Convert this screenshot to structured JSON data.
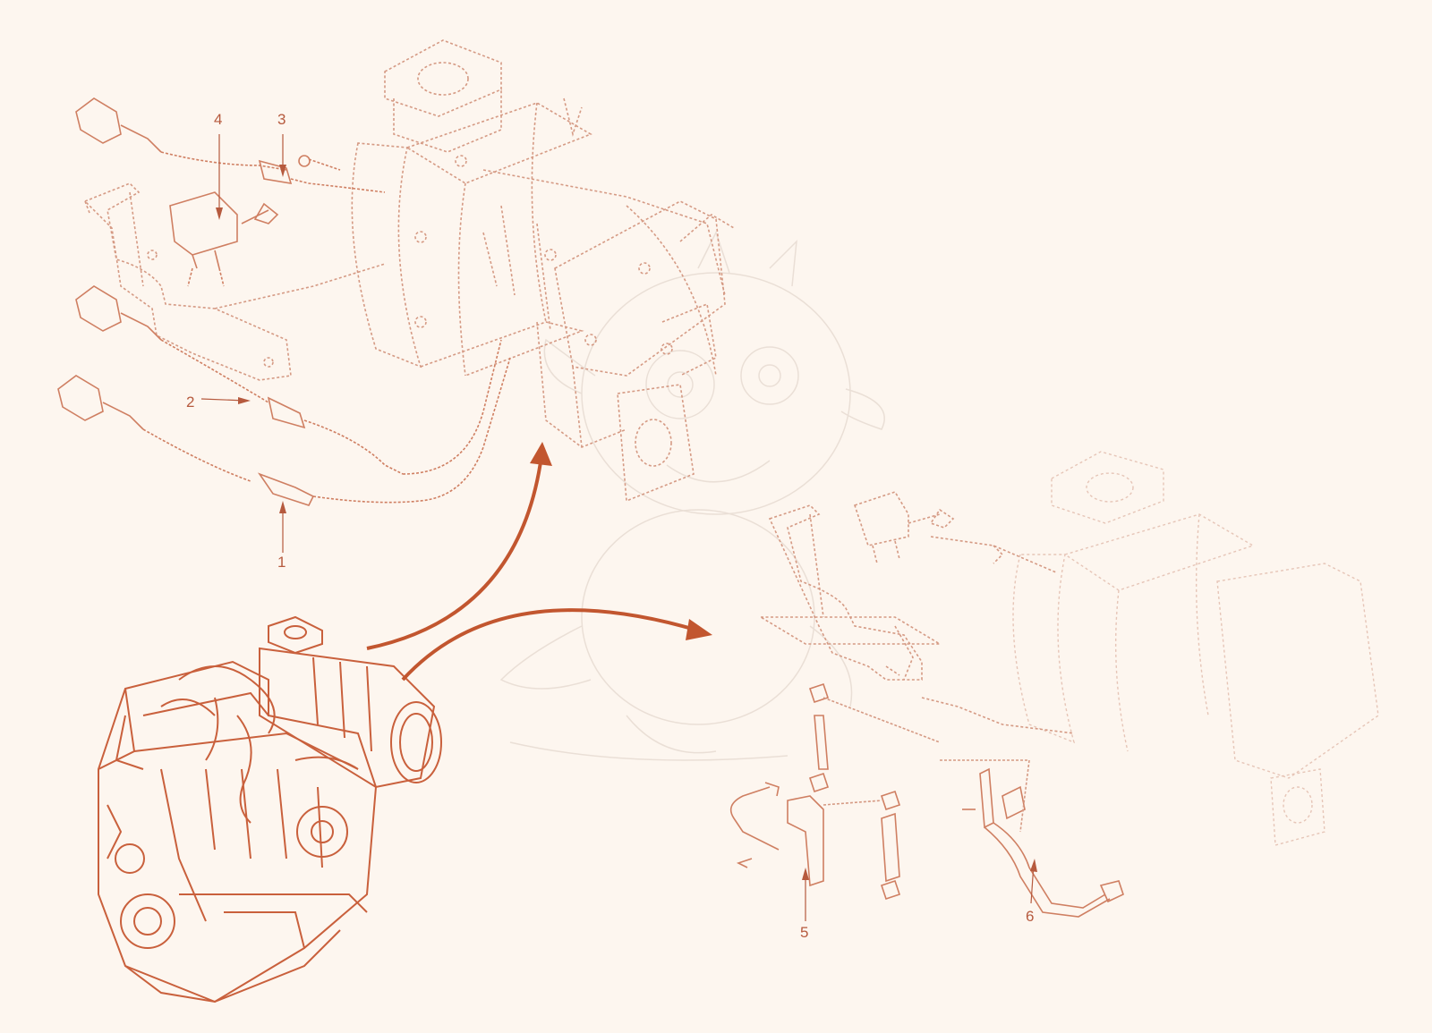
{
  "colors": {
    "background": "#fdf6ef",
    "line_art": "#d59a84",
    "engine": "#c9603c",
    "arrow": "#c2562f",
    "callout_text": "#b65a3e",
    "watermark": "#eadfd6"
  },
  "callouts": [
    {
      "number": "1",
      "part": "sensor-1"
    },
    {
      "number": "2",
      "part": "sensor-2"
    },
    {
      "number": "3",
      "part": "sensor-3"
    },
    {
      "number": "4",
      "part": "pressure-sensor-4"
    },
    {
      "number": "5",
      "part": "pipe-assembly-5"
    },
    {
      "number": "6",
      "part": "pipe-6"
    }
  ],
  "icons": {
    "engine": "engine-illustration-icon",
    "arrow_upper": "curved-arrow-icon",
    "arrow_right": "curved-arrow-icon",
    "watermark": "mascot-watermark-icon"
  }
}
